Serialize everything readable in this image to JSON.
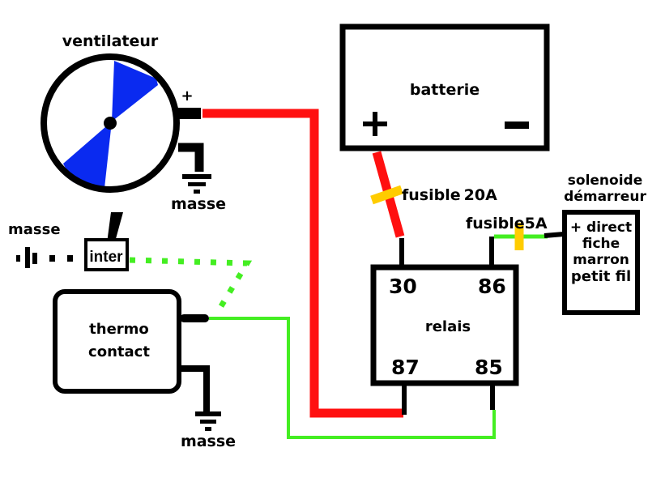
{
  "colors": {
    "power_wire": "#ff1010",
    "signal_wire": "#44ee22",
    "fuse": "#ffcc00",
    "fan_blade": "#0a2af0",
    "outline": "#000000"
  },
  "fan": {
    "label": "ventilateur",
    "plus_label": "+",
    "ground_label": "masse"
  },
  "battery": {
    "label": "batterie",
    "plus": "+",
    "minus": "−"
  },
  "fuses": [
    {
      "name": "fuse-20a",
      "text": "fusible",
      "rating": "20A"
    },
    {
      "name": "fuse-5a",
      "text": "fusible",
      "rating": "5A"
    }
  ],
  "relay": {
    "label": "relais",
    "pins": {
      "p30": "30",
      "p86": "86",
      "p87": "87",
      "p85": "85"
    }
  },
  "solenoid": {
    "title_line1": "solenoide",
    "title_line2": "démarreur",
    "box_lines": [
      "+ direct",
      "fiche",
      "marron",
      "petit fil"
    ]
  },
  "switch": {
    "label": "inter",
    "ground_label": "masse"
  },
  "thermo": {
    "line1": "thermo",
    "line2": "contact",
    "ground_label": "masse"
  }
}
